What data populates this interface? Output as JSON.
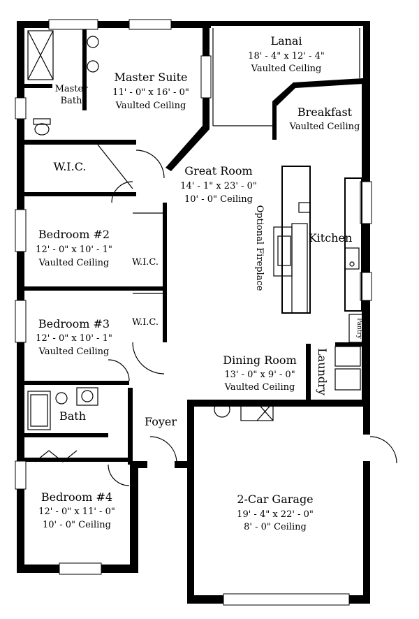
{
  "rooms": {
    "lanai": {
      "name": "Lanai",
      "dims": "18' - 4\" x 12' - 4\"",
      "ceiling": "Vaulted Ceiling"
    },
    "master_suite": {
      "name": "Master Suite",
      "dims": "11' - 0\" x 16' - 0\"",
      "ceiling": "Vaulted Ceiling"
    },
    "master_bath": {
      "line1": "Master",
      "line2": "Bath"
    },
    "breakfast": {
      "name": "Breakfast",
      "ceiling": "Vaulted Ceiling"
    },
    "wic_master": {
      "name": "W.I.C."
    },
    "great_room": {
      "name": "Great Room",
      "dims": "14' - 1\" x 23' - 0\"",
      "ceiling": "10' - 0\" Ceiling"
    },
    "optional_fireplace": {
      "name": "Optional Fireplace"
    },
    "kitchen": {
      "name": "Kitchen"
    },
    "bedroom2": {
      "name": "Bedroom #2",
      "dims": "12' - 0\" x 10' - 1\"",
      "ceiling": "Vaulted Ceiling"
    },
    "wic2": {
      "name": "W.I.C."
    },
    "bedroom3": {
      "name": "Bedroom #3",
      "dims": "12' - 0\" x 10' - 1\"",
      "ceiling": "Vaulted Ceiling"
    },
    "wic3": {
      "name": "W.I.C."
    },
    "pantry": {
      "name": "Pantry"
    },
    "laundry": {
      "name": "Laundry"
    },
    "dining_room": {
      "name": "Dining Room",
      "dims": "13' - 0\" x 9' - 0\"",
      "ceiling": "Vaulted Ceiling"
    },
    "bath": {
      "name": "Bath"
    },
    "foyer": {
      "name": "Foyer"
    },
    "bedroom4": {
      "name": "Bedroom #4",
      "dims": "12' - 0\" x 11' - 0\"",
      "ceiling": "10' - 0\" Ceiling"
    },
    "garage": {
      "name": "2-Car Garage",
      "dims": "19' - 4\" x 22' - 0\"",
      "ceiling": "8' - 0\" Ceiling"
    }
  }
}
